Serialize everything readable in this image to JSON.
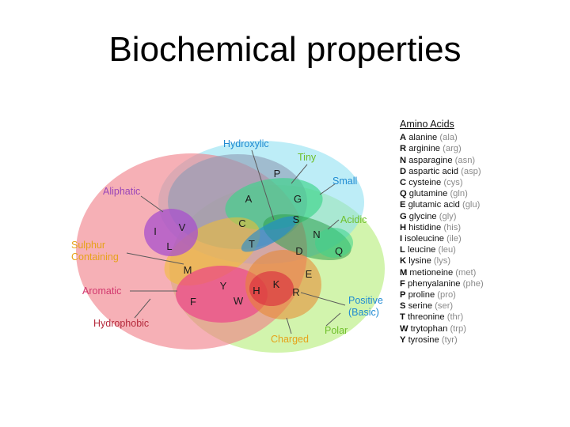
{
  "slide": {
    "title": "Biochemical properties"
  },
  "venn": {
    "set_labels": {
      "hydroxylic": "Hydroxylic",
      "tiny": "Tiny",
      "small": "Small",
      "aliphatic": "Aliphatic",
      "acidic": "Acidic",
      "sulphur": "Sulphur\nContaining",
      "aromatic": "Aromatic",
      "hydrophobic": "Hydrophobic",
      "positive": "Positive\n(Basic)",
      "polar": "Polar",
      "charged": "Charged"
    },
    "residues": [
      "P",
      "A",
      "G",
      "C",
      "S",
      "T",
      "N",
      "Q",
      "D",
      "E",
      "I",
      "V",
      "L",
      "M",
      "Y",
      "F",
      "W",
      "H",
      "K",
      "R"
    ],
    "colors": {
      "hydrophobic": "#f07c86",
      "polar": "#b4ec76",
      "small": "#86dff0",
      "hydroxylic": "#8c9bb4",
      "tiny": "#3cd48a",
      "aliphatic": "#a850cc",
      "acidic": "#2da04d",
      "sulphur": "#f2c030",
      "aromatic": "#ec3c88",
      "charged": "#e8862e",
      "positive": "#d8283c",
      "label_blue": "#1e8ad2",
      "label_green": "#6fbf2a",
      "label_purple": "#9a46b8",
      "label_orange": "#e6a21a",
      "label_pink": "#d2386e",
      "label_red": "#c02a30",
      "label_darkred": "#b52a3c"
    }
  },
  "legend": {
    "title": "Amino Acids",
    "items": [
      {
        "code": "A",
        "name": "alanine",
        "abbr": "(ala)"
      },
      {
        "code": "R",
        "name": "arginine",
        "abbr": "(arg)"
      },
      {
        "code": "N",
        "name": "asparagine",
        "abbr": "(asn)"
      },
      {
        "code": "D",
        "name": "aspartic acid",
        "abbr": "(asp)"
      },
      {
        "code": "C",
        "name": "cysteine",
        "abbr": "(cys)"
      },
      {
        "code": "Q",
        "name": "glutamine",
        "abbr": "(gln)"
      },
      {
        "code": "E",
        "name": "glutamic acid",
        "abbr": "(glu)"
      },
      {
        "code": "G",
        "name": "glycine",
        "abbr": "(gly)"
      },
      {
        "code": "H",
        "name": "histidine",
        "abbr": "(his)"
      },
      {
        "code": "I",
        "name": "isoleucine",
        "abbr": "(ile)"
      },
      {
        "code": "L",
        "name": "leucine",
        "abbr": "(leu)"
      },
      {
        "code": "K",
        "name": "lysine",
        "abbr": "(lys)"
      },
      {
        "code": "M",
        "name": "metioneine",
        "abbr": "(met)"
      },
      {
        "code": "F",
        "name": "phenyalanine",
        "abbr": "(phe)"
      },
      {
        "code": "P",
        "name": "proline",
        "abbr": "(pro)"
      },
      {
        "code": "S",
        "name": "serine",
        "abbr": "(ser)"
      },
      {
        "code": "T",
        "name": "threonine",
        "abbr": "(thr)"
      },
      {
        "code": "W",
        "name": "trytophan",
        "abbr": "(trp)"
      },
      {
        "code": "Y",
        "name": "tyrosine",
        "abbr": "(tyr)"
      }
    ]
  }
}
